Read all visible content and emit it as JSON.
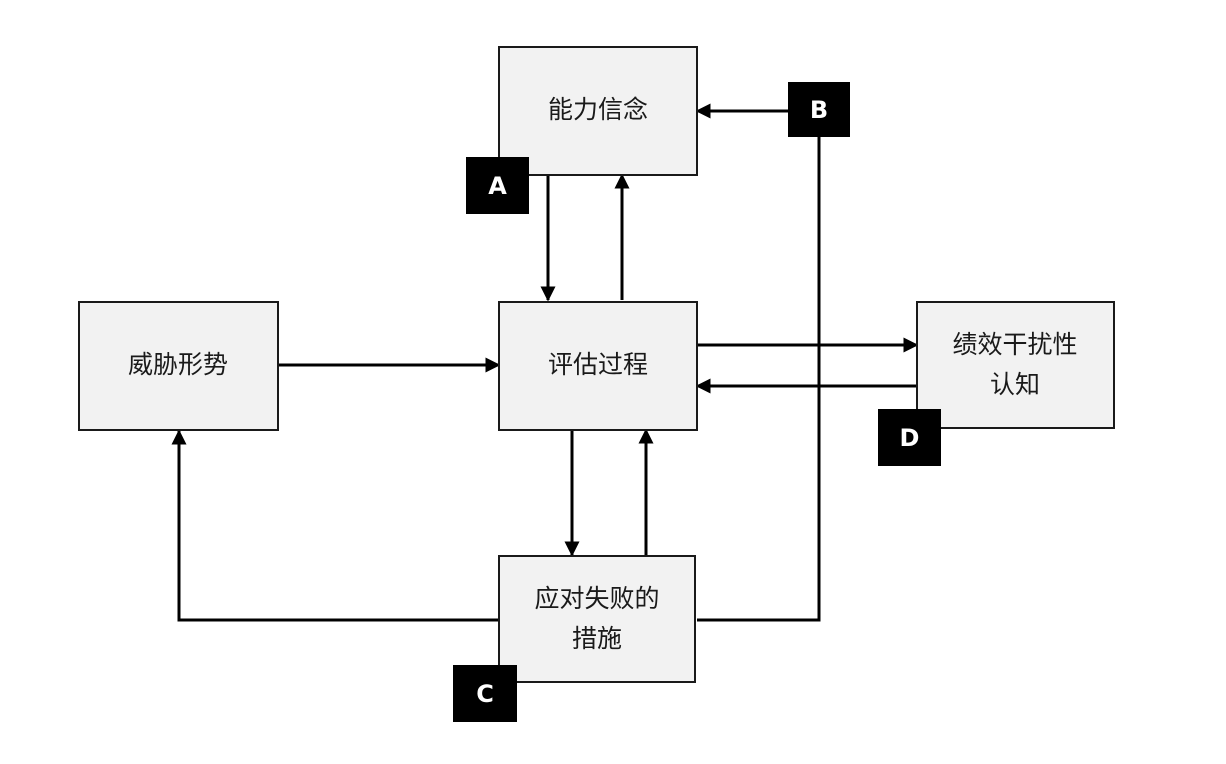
{
  "diagram": {
    "nodes": {
      "ability_belief": {
        "lines": [
          "能力信念"
        ]
      },
      "threat": {
        "lines": [
          "威胁形势"
        ]
      },
      "appraisal": {
        "lines": [
          "评估过程"
        ]
      },
      "performance": {
        "lines": [
          "绩效干扰性",
          "认知"
        ]
      },
      "coping": {
        "lines": [
          "应对失败的",
          "措施"
        ]
      }
    },
    "markers": {
      "A": "A",
      "B": "B",
      "C": "C",
      "D": "D"
    },
    "edges": [
      {
        "from": "ability_belief",
        "to": "appraisal"
      },
      {
        "from": "appraisal",
        "to": "ability_belief"
      },
      {
        "from": "B",
        "to": "ability_belief"
      },
      {
        "from": "threat",
        "to": "appraisal"
      },
      {
        "from": "appraisal",
        "to": "performance"
      },
      {
        "from": "performance",
        "to": "appraisal"
      },
      {
        "from": "appraisal",
        "to": "coping"
      },
      {
        "from": "coping",
        "to": "appraisal"
      },
      {
        "from": "coping",
        "to": "threat"
      },
      {
        "from": "coping",
        "to": "B"
      }
    ],
    "colors": {
      "box_fill": "#f2f2f2",
      "box_stroke": "#1a1a1a",
      "marker_fill": "#000000",
      "marker_text": "#ffffff",
      "line": "#000000"
    }
  }
}
